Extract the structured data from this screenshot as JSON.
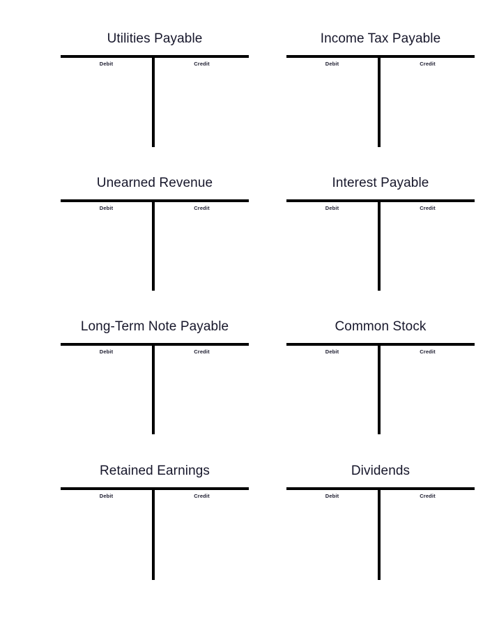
{
  "page": {
    "document_type": "t-account-worksheet",
    "background_color": "#ffffff",
    "rule_color": "#000000",
    "title_color": "#17172b",
    "column_header_color": "#1b1b2e"
  },
  "column_headers": {
    "debit": "Debit",
    "credit": "Credit"
  },
  "accounts": [
    {
      "title": "Utilities Payable",
      "debit": "Debit",
      "credit": "Credit",
      "debit_entries": [],
      "credit_entries": []
    },
    {
      "title": "Income Tax Payable",
      "debit": "Debit",
      "credit": "Credit",
      "debit_entries": [],
      "credit_entries": []
    },
    {
      "title": "Unearned Revenue",
      "debit": "Debit",
      "credit": "Credit",
      "debit_entries": [],
      "credit_entries": []
    },
    {
      "title": "Interest Payable",
      "debit": "Debit",
      "credit": "Credit",
      "debit_entries": [],
      "credit_entries": []
    },
    {
      "title": "Long-Term Note Payable",
      "debit": "Debit",
      "credit": "Credit",
      "debit_entries": [],
      "credit_entries": []
    },
    {
      "title": "Common Stock",
      "debit": "Debit",
      "credit": "Credit",
      "debit_entries": [],
      "credit_entries": []
    },
    {
      "title": "Retained Earnings",
      "debit": "Debit",
      "credit": "Credit",
      "debit_entries": [],
      "credit_entries": []
    },
    {
      "title": "Dividends",
      "debit": "Debit",
      "credit": "Credit",
      "debit_entries": [],
      "credit_entries": []
    }
  ]
}
